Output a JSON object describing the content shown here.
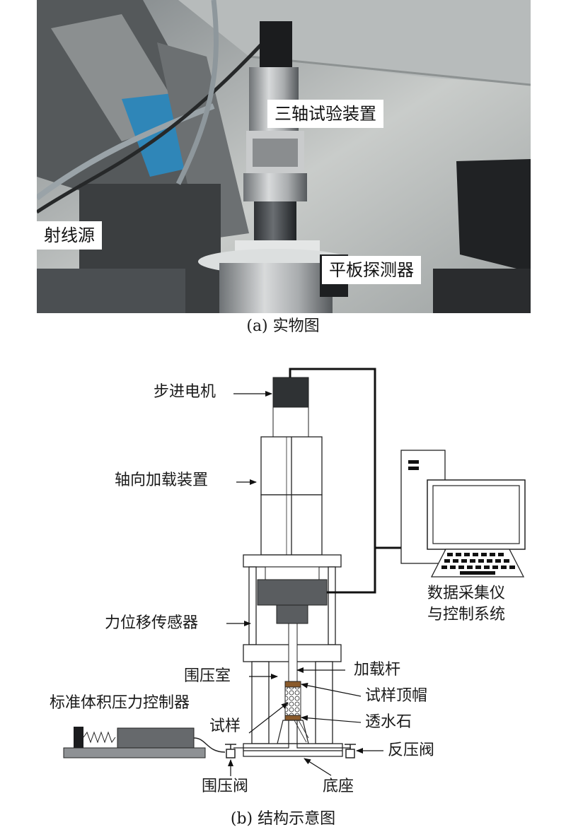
{
  "photo": {
    "labels": {
      "triaxial_device": "三轴试验装置",
      "ray_source": "射线源",
      "flat_detector": "平板探测器"
    },
    "caption": "(a) 实物图"
  },
  "schematic": {
    "labels": {
      "stepper_motor": "步进电机",
      "axial_loading": "轴向加载装置",
      "force_displacement_sensor": "力位移传感器",
      "confining_chamber": "围压室",
      "volume_pressure_controller": "标准体积压力控制器",
      "specimen": "试样",
      "confining_valve": "围压阀",
      "base": "底座",
      "loading_rod": "加载杆",
      "specimen_cap": "试样顶帽",
      "porous_stone": "透水石",
      "back_pressure_valve": "反压阀",
      "daq_line1": "数据采集仪",
      "daq_line2": "与控制系统"
    },
    "caption": "(b) 结构示意图"
  }
}
